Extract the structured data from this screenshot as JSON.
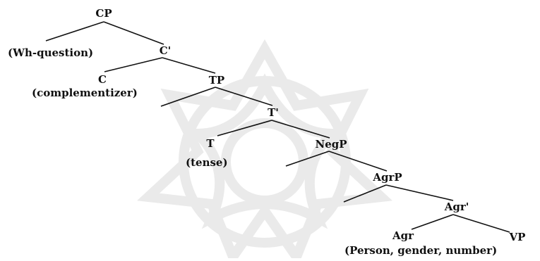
{
  "tree": {
    "nodes": {
      "cp": "CP",
      "c_bar": "C'",
      "c": "C",
      "tp": "TP",
      "t_bar": "T'",
      "t": "T",
      "negp": "NegP",
      "agrp": "AgrP",
      "agr_bar": "Agr'",
      "agr": "Agr",
      "vp": "VP"
    },
    "annotations": {
      "wh": "(Wh-question)",
      "complementizer": "(complementizer)",
      "tense": "(tense)",
      "agr_features": "(Person, gender, number)"
    }
  },
  "colors": {
    "ink": "#111111",
    "watermark": "#d9d9d9"
  }
}
